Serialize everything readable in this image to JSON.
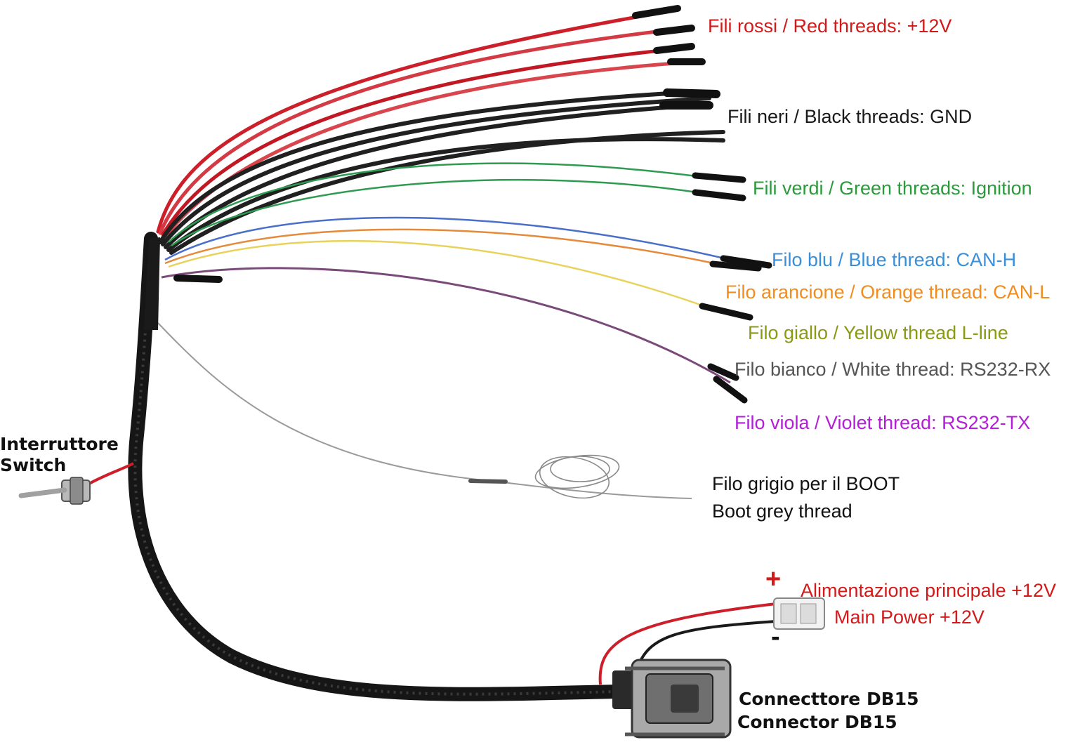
{
  "labels": {
    "red": "Fili rossi / Red threads: +12V",
    "black": "Fili neri / Black threads: GND",
    "green": "Fili verdi / Green threads: Ignition",
    "blue": "Filo blu / Blue thread: CAN-H",
    "orange": "Filo arancione / Orange thread: CAN-L",
    "yellow": "Filo giallo / Yellow thread L-line",
    "white": "Filo bianco / White thread: RS232-RX",
    "violet": "Filo viola / Violet thread: RS232-TX",
    "boot_line1": "Filo grigio per il BOOT",
    "boot_line2": "Boot grey thread",
    "switch_line1": "Interruttore",
    "switch_line2": "Switch",
    "power_line1": "Alimentazione principale +12V",
    "power_line2": "Main Power +12V",
    "plus_sign": "+",
    "minus_sign": "-",
    "connector_line1": "Connecttore DB15",
    "connector_line2": "Connector DB15"
  },
  "colors": {
    "red": "#d21a1a",
    "black": "#1a1a1a",
    "green": "#2a9a3a",
    "blue": "#3a8fd8",
    "orange": "#f28c1e",
    "yellow": "#8a9a12",
    "white_label": "#555555",
    "violet": "#b21fd6",
    "grey_wire": "#9a9a9a",
    "power_red": "#d21a1a"
  }
}
